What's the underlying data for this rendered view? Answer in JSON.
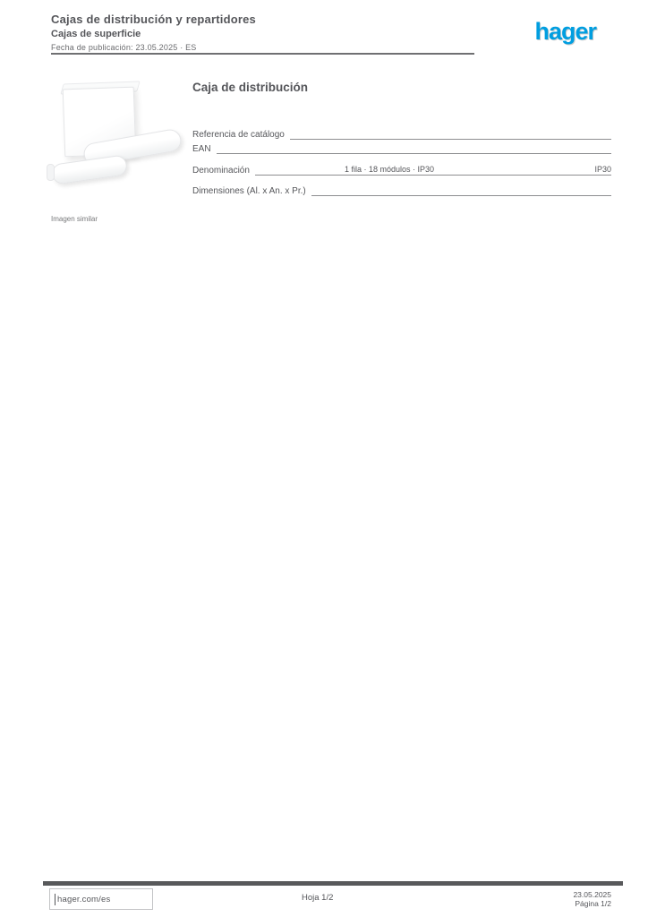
{
  "header": {
    "title_line1": "Cajas de distribución y repartidores",
    "title_line2": "Cajas de superficie",
    "meta_line": "Fecha de publicación: 23.05.2025 · ES",
    "logo_text": "hager",
    "logo_color": "#009EE0"
  },
  "product": {
    "title": "Caja de distribución",
    "image_caption": "Imagen similar",
    "image_description": "white-surface-mount-enclosure-with-cover-strips",
    "specs": [
      {
        "label": "Referencia de catálogo",
        "value": "",
        "value_right": ""
      },
      {
        "label": "EAN",
        "value": "",
        "value_right": ""
      },
      {
        "label": "Denominación",
        "value": "1 fila · 18 módulos · IP30",
        "value_right": "IP30"
      },
      {
        "label": "Dimensiones (Al. x An. x Pr.)",
        "value": "",
        "value_right": ""
      }
    ]
  },
  "footer": {
    "site": "hager.com/es",
    "center": "Hoja 1/2",
    "right_line1": "23.05.2025",
    "right_line2": "Página 1/2"
  },
  "colors": {
    "text_gray": "#55565a",
    "rule_gray": "#8d8e90",
    "footer_bar": "#58595b",
    "logo_blue": "#009EE0"
  }
}
